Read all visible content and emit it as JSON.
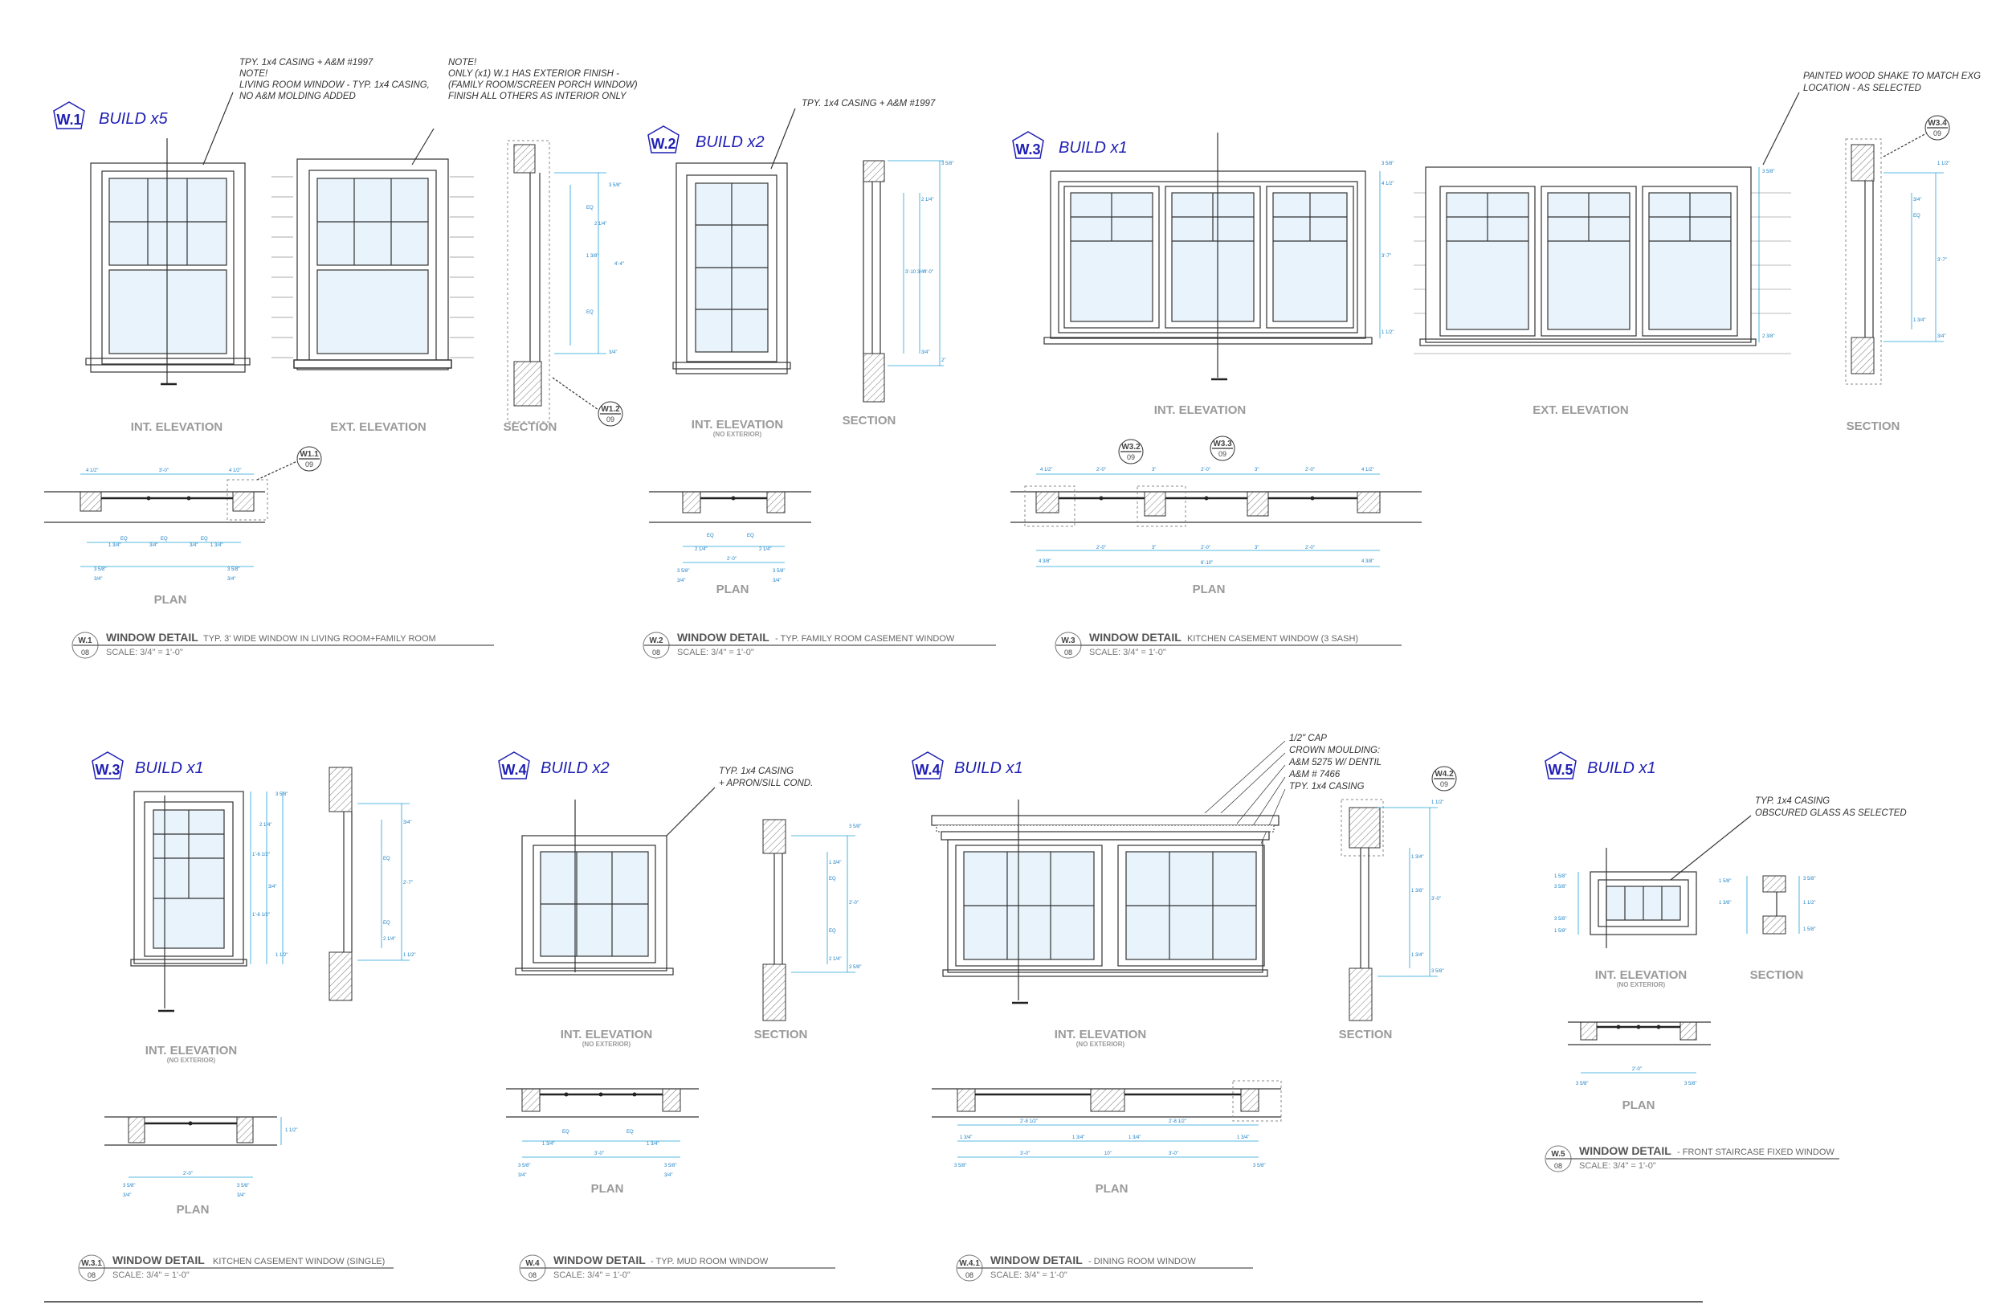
{
  "details": [
    {
      "tag": "W.1",
      "build": "BUILD x5",
      "notes": [
        {
          "lines": [
            "TPY. 1x4 CASING + A&M #1997",
            "NOTE!",
            "LIVING ROOM WINDOW - TYP. 1x4 CASING,",
            "NO A&M MOLDING ADDED"
          ]
        },
        {
          "lines": [
            "NOTE!",
            "ONLY (x1) W.1 HAS EXTERIOR FINISH -",
            "(FAMILY ROOM/SCREEN PORCH WINDOW)",
            "FINISH ALL OTHERS AS INTERIOR ONLY"
          ]
        }
      ],
      "view_labels": {
        "int": "INT. ELEVATION",
        "ext": "EXT. ELEVATION",
        "section": "SECTION",
        "plan": "PLAN"
      },
      "bubbles": [
        {
          "num": "W1.2",
          "sheet": "09"
        },
        {
          "num": "W1.1",
          "sheet": "09"
        }
      ],
      "title": {
        "num": "W.1",
        "sheet": "08",
        "name": "WINDOW DETAIL",
        "desc": "TYP. 3' WIDE WINDOW IN LIVING ROOM+FAMILY ROOM",
        "scale": "SCALE: 3/4\" = 1'-0\""
      }
    },
    {
      "tag": "W.2",
      "build": "BUILD x2",
      "notes": [
        {
          "lines": [
            "TPY. 1x4 CASING + A&M #1997"
          ]
        }
      ],
      "view_labels": {
        "int": "INT. ELEVATION",
        "int_sub": "(NO EXTERIOR)",
        "section": "SECTION",
        "plan": "PLAN"
      },
      "title": {
        "num": "W.2",
        "sheet": "08",
        "name": "WINDOW DETAIL",
        "desc": "- TYP. FAMILY ROOM CASEMENT WINDOW",
        "scale": "SCALE: 3/4\" = 1'-0\""
      }
    },
    {
      "tag": "W.3",
      "build": "BUILD x1",
      "notes": [
        {
          "lines": [
            "PAINTED WOOD SHAKE TO MATCH EXG",
            "LOCATION - AS SELECTED"
          ]
        }
      ],
      "view_labels": {
        "int": "INT. ELEVATION",
        "ext": "EXT. ELEVATION",
        "section": "SECTION",
        "plan": "PLAN"
      },
      "bubbles": [
        {
          "num": "W3.4",
          "sheet": "09"
        },
        {
          "num": "W3.2",
          "sheet": "09"
        },
        {
          "num": "W3.3",
          "sheet": "09"
        }
      ],
      "title": {
        "num": "W.3",
        "sheet": "08",
        "name": "WINDOW DETAIL",
        "desc": "KITCHEN CASEMENT WINDOW (3 SASH)",
        "scale": "SCALE: 3/4\" = 1'-0\""
      }
    },
    {
      "tag": "W.3",
      "build": "BUILD x1",
      "view_labels": {
        "int": "INT. ELEVATION",
        "int_sub": "(NO EXTERIOR)",
        "plan": "PLAN"
      },
      "title": {
        "num": "W.3.1",
        "sheet": "08",
        "name": "WINDOW DETAIL",
        "desc": "KITCHEN CASEMENT WINDOW (SINGLE)",
        "scale": "SCALE: 3/4\" = 1'-0\""
      }
    },
    {
      "tag": "W.4",
      "build": "BUILD x2",
      "notes": [
        {
          "lines": [
            "TYP. 1x4 CASING",
            "+ APRON/SILL COND."
          ]
        }
      ],
      "view_labels": {
        "int": "INT. ELEVATION",
        "int_sub": "(NO EXTERIOR)",
        "section": "SECTION",
        "plan": "PLAN"
      },
      "title": {
        "num": "W.4",
        "sheet": "08",
        "name": "WINDOW DETAIL",
        "desc": "- TYP. MUD ROOM WINDOW",
        "scale": "SCALE: 3/4\" = 1'-0\""
      }
    },
    {
      "tag": "W.4",
      "build": "BUILD x1",
      "notes": [
        {
          "lines": [
            "1/2\" CAP",
            "CROWN MOULDING:",
            "A&M 5275 W/ DENTIL",
            "A&M # 7466",
            "TPY. 1x4 CASING"
          ]
        }
      ],
      "view_labels": {
        "int": "INT. ELEVATION",
        "int_sub": "(NO EXTERIOR)",
        "section": "SECTION",
        "plan": "PLAN"
      },
      "bubbles": [
        {
          "num": "W4.2",
          "sheet": "09"
        }
      ],
      "title": {
        "num": "W.4.1",
        "sheet": "08",
        "name": "WINDOW DETAIL",
        "desc": "- DINING ROOM WINDOW",
        "scale": "SCALE: 3/4\" = 1'-0\""
      }
    },
    {
      "tag": "W.5",
      "build": "BUILD x1",
      "notes": [
        {
          "lines": [
            "TYP. 1x4 CASING",
            "OBSCURED GLASS AS SELECTED"
          ]
        }
      ],
      "view_labels": {
        "int": "INT. ELEVATION",
        "int_sub": "(NO EXTERIOR)",
        "section": "SECTION",
        "plan": "PLAN"
      },
      "title": {
        "num": "W.5",
        "sheet": "08",
        "name": "WINDOW DETAIL",
        "desc": "- FRONT STAIRCASE FIXED WINDOW",
        "scale": "SCALE: 3/4\" = 1'-0\""
      }
    }
  ],
  "dims": {
    "w1_plan": [
      "4 1/2\"",
      "3'-0\"",
      "4 1/2\"",
      "1 3/4\"",
      "EQ",
      "3/4\"",
      "EQ",
      "3/4\"",
      "EQ",
      "1 3/4\"",
      "3 5/8\"",
      "3/4\"",
      "3 5/8\"",
      "3/4\""
    ],
    "w2_plan": [
      "EQ",
      "EQ",
      "2 1/4\"",
      "2 1/4\"",
      "2'-0\"",
      "3 5/8\"",
      "3 5/8\"",
      "3/4\"",
      "3/4\""
    ],
    "w3_plan": [
      "4 1/2\"",
      "2'-0\"",
      "3\"",
      "2'-0\"",
      "3\"",
      "2'-0\"",
      "4 1/2\"",
      "4 3/8\"",
      "2'-0\"",
      "3\"",
      "2'-0\"",
      "3\"",
      "2'-0\"",
      "4 3/8\"",
      "6'-10\""
    ],
    "w1_section": [
      "3 5/8\"",
      "EQ",
      "1 3/8\"",
      "EQ",
      "3/4\"",
      "2 1/4\"",
      "4'-4\""
    ],
    "w2_section": [
      "3 5/8\"",
      "2 1/4\"",
      "3'-10 3/4\"",
      "4'-0\"",
      "3/4\"",
      "2\""
    ],
    "w3_elev": [
      "3 5/8\"",
      "4 1/2\"",
      "3'-7\"",
      "1 1/2\"",
      "3 5/8\"",
      "2 3/8\"",
      "1 1/2\""
    ],
    "w3_section": [
      "1 1/2\"",
      "3/4\"",
      "EQ",
      "3'-7\"",
      "1 3/4\"",
      "3/4\""
    ],
    "w31_elev": [
      "3 5/8\"",
      "2 1/4\"",
      "1'-6 1/2\"",
      "3/4\"",
      "1'-6 1/2\"",
      "1 1/2\"",
      "EQ",
      "2'-7\"",
      "EQ",
      "3/4\"",
      "2 1/4\"",
      "1 1/2\""
    ],
    "w31_plan": [
      "2'-0\"",
      "3 5/8\"",
      "3/4\"",
      "3 5/8\"",
      "3/4\"",
      "1 1/2\""
    ],
    "w4_section": [
      "3 5/8\"",
      "1 3/4\"",
      "EQ",
      "2'-0\"",
      "EQ",
      "2 1/4\"",
      "3 5/8\""
    ],
    "w4_plan": [
      "1 3/4\"",
      "EQ",
      "EQ",
      "1 3/4\"",
      "3'-0\"",
      "3 5/8\"",
      "3/4\"",
      "3 5/8\"",
      "3/4\""
    ],
    "w41_section": [
      "1 1/2\"",
      "1 3/4\"",
      "1 3/8\"",
      "3'-0\"",
      "1 3/4\"",
      "3 5/8\""
    ],
    "w41_plan": [
      "2'-8 1/2\"",
      "2'-8 1/2\"",
      "1 3/4\"",
      "1 3/4\"",
      "1 3/4\"",
      "1 3/4\"",
      "3'-0\"",
      "10\"",
      "3'-0\"",
      "3 5/8\"",
      "3 5/8\""
    ],
    "w5_elev": [
      "1 5/8\"",
      "3 5/8\"",
      "3 5/8\"",
      "1 5/8\""
    ],
    "w5_section": [
      "1 5/8\"",
      "1 3/8\"",
      "3 5/8\"",
      "1 1/2\"",
      "1 5/8\""
    ],
    "w5_plan": [
      "2'-0\"",
      "3 5/8\"",
      "3 5/8\""
    ]
  }
}
